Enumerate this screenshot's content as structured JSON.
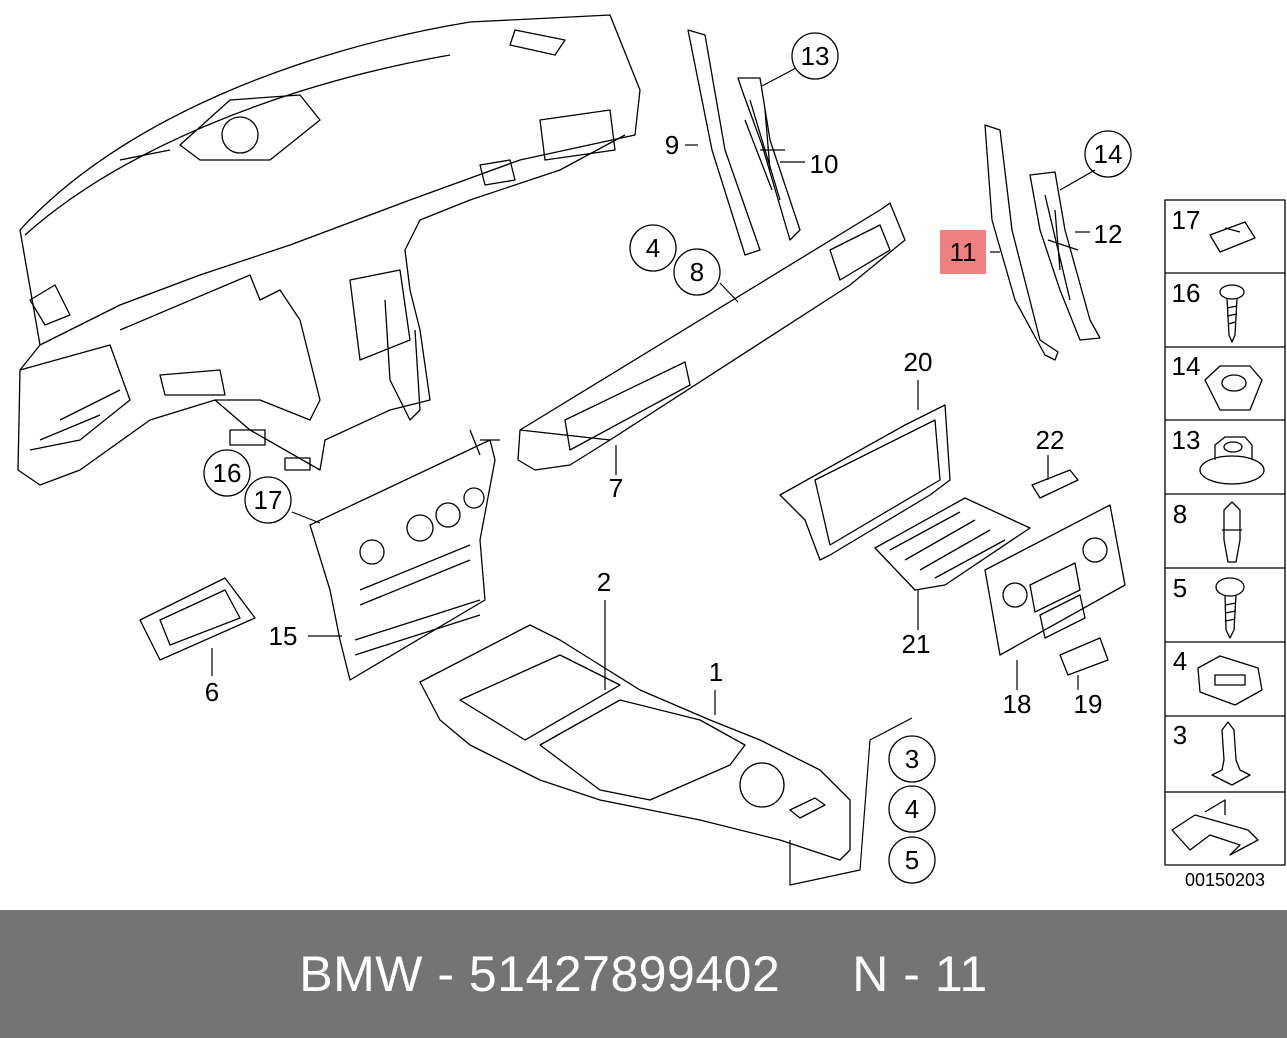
{
  "callouts": {
    "c1": "1",
    "c2": "2",
    "c3": "3",
    "c4": "4",
    "c5": "5",
    "c6": "6",
    "c7": "7",
    "c8": "8",
    "c9": "9",
    "c10": "10",
    "c11": "11",
    "c12": "12",
    "c13": "13",
    "c14": "14",
    "c15": "15",
    "c16": "16",
    "c17": "17",
    "c18": "18",
    "c19": "19",
    "c20": "20",
    "c21": "21",
    "c22": "22"
  },
  "sidebar": {
    "items": [
      "17",
      "16",
      "14",
      "13",
      "8",
      "5",
      "4",
      "3"
    ]
  },
  "diagram_code": "00150203",
  "footer": {
    "brand": "BMW",
    "sep1": " - ",
    "part_number": "51427899402",
    "gap": "     ",
    "ref_label": "N",
    "sep2": " - ",
    "ref_number": "11"
  },
  "colors": {
    "highlight": "#f08080",
    "footer_bg": "#747474",
    "footer_text": "#ffffff"
  }
}
